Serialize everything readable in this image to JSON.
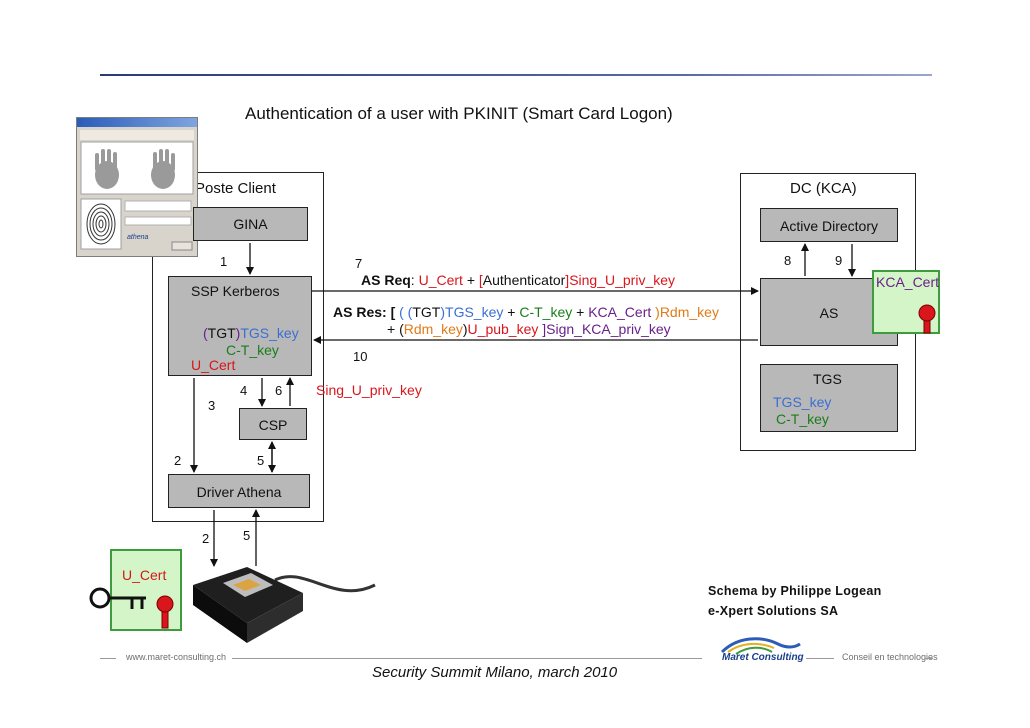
{
  "title": "Authentication of a user with PKINIT (Smart Card Logon)",
  "client": {
    "frame_label": "Poste Client",
    "gina": "GINA",
    "ssp": "SSP Kerberos",
    "tgt_open": "(",
    "tgt_word": "TGT",
    "tgt_close": ")",
    "tgt_key": "TGS_key",
    "ct_key": "C-T_key",
    "u_cert": "U_Cert",
    "csp": "CSP",
    "driver": "Driver Athena"
  },
  "dc": {
    "frame_label": "DC (KCA)",
    "ad": "Active Directory",
    "as": "AS",
    "tgs": "TGS",
    "tgs_key": "TGS_key",
    "ct_key": "C-T_key"
  },
  "kca_cert": "KCA_Cert",
  "user_cert": "U_Cert",
  "steps": {
    "s1": "1",
    "s2a": "2",
    "s2b": "2",
    "s3": "3",
    "s4": "4",
    "s5a": "5",
    "s5b": "5",
    "s6": "6",
    "s7": "7",
    "s8": "8",
    "s9": "9",
    "s10": "10"
  },
  "as_req": {
    "label": "AS Req",
    "colon": ": ",
    "u_cert": "U_Cert",
    "plus": " + ",
    "lb": "[",
    "auth": "Authenticator",
    "rb": "]",
    "sig": "Sing_U_priv_key"
  },
  "as_res": {
    "label": "AS Res: [",
    "p1": " ( (",
    "tgt": "TGT",
    "p2": ")",
    "tgs_key": "TGS_key",
    "plus1": " + ",
    "ct_key": "C-T_key",
    "plus2": " + ",
    "kca_cert": "KCA_Cert",
    "p3": " )",
    "rdm": "Rdm_key",
    "line2_plus": "+ (",
    "rdm2": "Rdm_key",
    "p4": ")",
    "upub": "U_pub_key",
    "rb": " ]",
    "sign": "Sign_KCA_priv_key"
  },
  "sig_label": "Sing_U_priv_key",
  "credit_line1": "Schema by Philippe Logean",
  "credit_line2": "e-Xpert Solutions SA",
  "footer_url": "www.maret-consulting.ch",
  "footer_brand": "Maret Consulting",
  "footer_tagline": "Conseil en technologies",
  "footer_event": "Security Summit Milano, march 2010",
  "colors": {
    "box_fill": "#b8b8b8",
    "cert_fill": "#d4f5c8",
    "cert_border": "#3e9b3e",
    "seal": "#d8161c",
    "rule": "#2b3a7a"
  }
}
